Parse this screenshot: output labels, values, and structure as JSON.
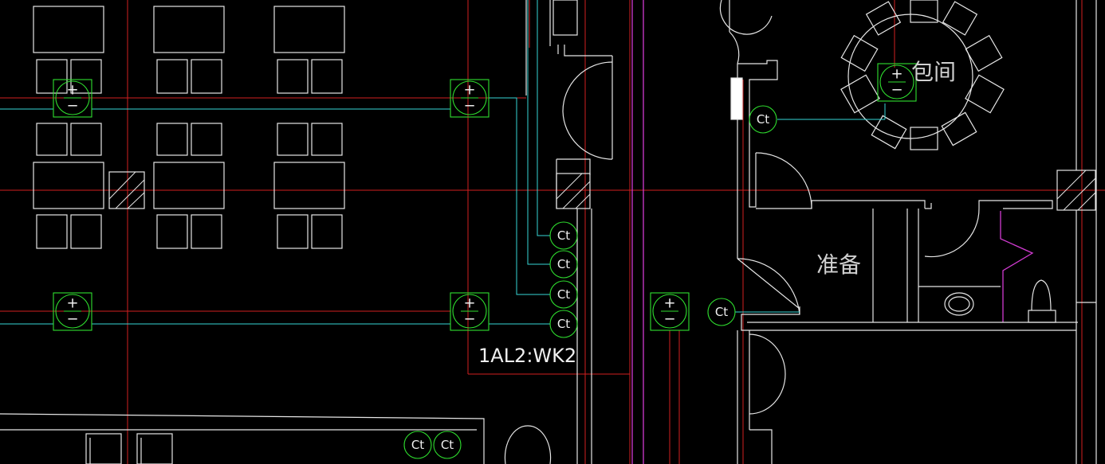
{
  "drawing": {
    "background": "#000000",
    "colors": {
      "wall": "#e6e6e6",
      "axis": "#d21f1f",
      "wire": "#36d6d6",
      "device": "#2fe02f",
      "door": "#d13bd1"
    }
  },
  "labels": {
    "circuit": "1AL2:WK2",
    "room_private": "包间",
    "room_prep": "准备"
  },
  "sockets": {
    "symbol_top": "+",
    "symbol_bottom": "−"
  },
  "ct_outlets": {
    "label": "Ct"
  }
}
